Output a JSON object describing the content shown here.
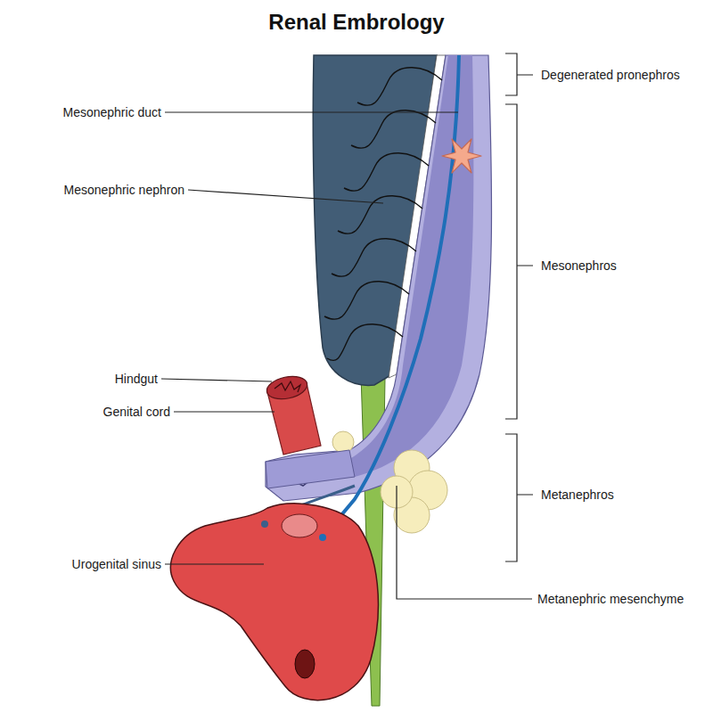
{
  "diagram": {
    "title": "Renal Embrology",
    "labels": [
      "Degenerated pronephros",
      "Mesonephric duct",
      "Mesonephric nephron",
      "Mesonephros",
      "Hindgut",
      "Genital cord",
      "Metanephros",
      "Urogenital sinus",
      "Metanephric mesenchyme"
    ]
  }
}
